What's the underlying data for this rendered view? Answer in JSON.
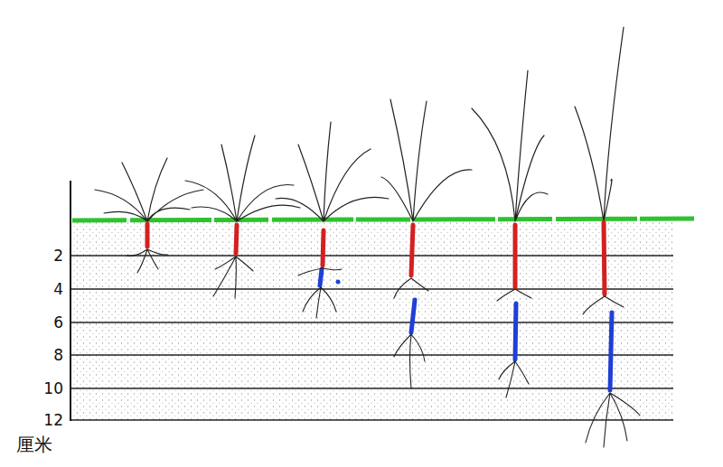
{
  "diagram": {
    "labels": [
      "2",
      "4",
      "6",
      "8",
      "10",
      "12",
      "厘米"
    ]
  }
}
